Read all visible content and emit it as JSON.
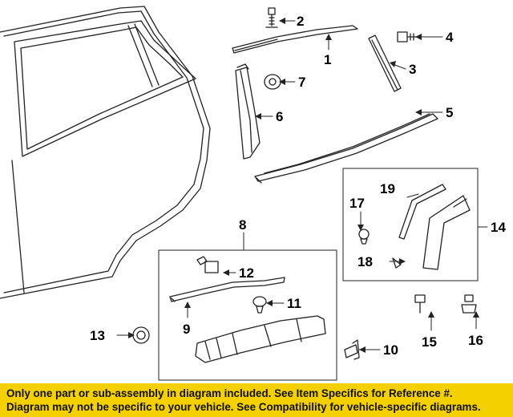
{
  "diagram": {
    "callouts": [
      "1",
      "2",
      "3",
      "4",
      "5",
      "6",
      "7",
      "8",
      "9",
      "10",
      "11",
      "12",
      "13",
      "14",
      "15",
      "16",
      "17",
      "18",
      "19"
    ],
    "inset_groups": [
      {
        "label": "8",
        "contains": [
          "9",
          "11",
          "12"
        ]
      },
      {
        "label": "14",
        "contains": [
          "17",
          "18",
          "19"
        ]
      }
    ]
  },
  "notice": {
    "line1": "Only one part or sub-assembly in diagram included. See Item Specifics for Reference #.",
    "line2": "Diagram may not be specific to your vehicle. See Compatibility for vehicle-specific diagrams.",
    "background": "#f5d000"
  }
}
